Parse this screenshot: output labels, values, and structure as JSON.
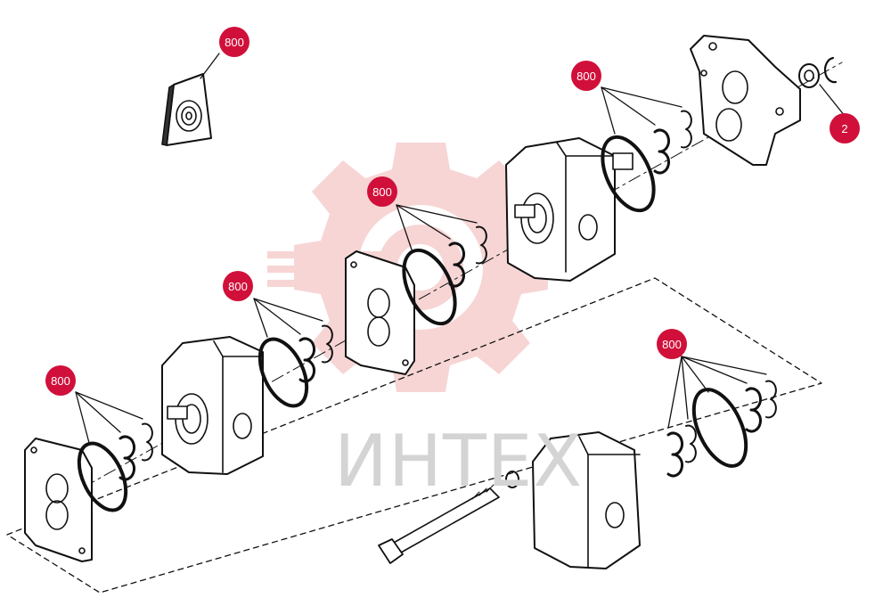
{
  "diagram": {
    "watermark_text": "ИНТЕХ",
    "callouts": [
      {
        "label": "800"
      },
      {
        "label": "800"
      },
      {
        "label": "800"
      },
      {
        "label": "800"
      },
      {
        "label": "800"
      },
      {
        "label": "800"
      },
      {
        "label": "2"
      }
    ]
  },
  "colors": {
    "callout_fill": "#d0103a",
    "callout_text": "#ffffff",
    "line": "#111111",
    "watermark_gear": "#f7d5d5",
    "watermark_text": "#d4d4d4"
  }
}
